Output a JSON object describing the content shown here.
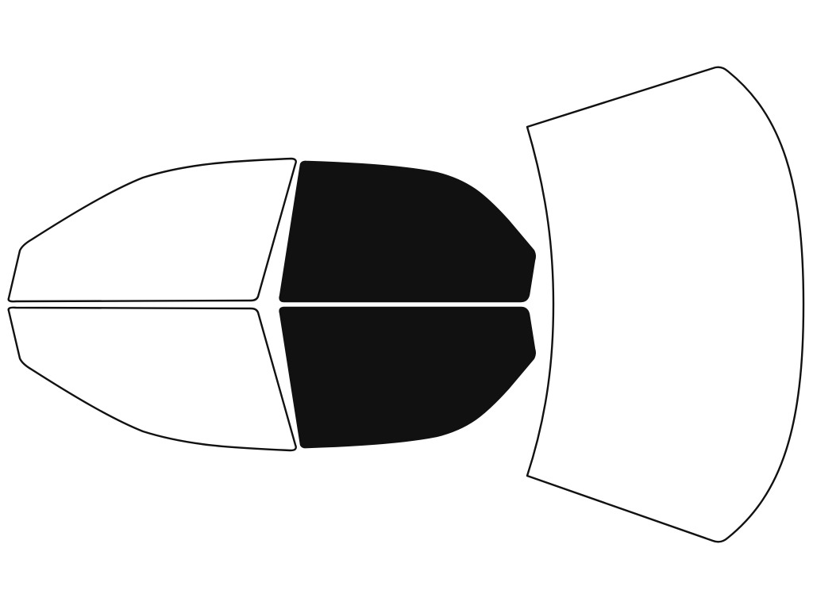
{
  "diagram": {
    "outline_color": "#111111",
    "background_color": "#ffffff",
    "panes": [
      {
        "id": "rear-quarter-window-top",
        "tinted": false
      },
      {
        "id": "rear-quarter-window-bottom",
        "tinted": false
      },
      {
        "id": "front-door-window-top",
        "tinted": true
      },
      {
        "id": "front-door-window-bottom",
        "tinted": true
      },
      {
        "id": "windshield",
        "tinted": false
      }
    ],
    "colors": {
      "tinted_fill": "#111111",
      "clear_fill": "#ffffff"
    }
  }
}
